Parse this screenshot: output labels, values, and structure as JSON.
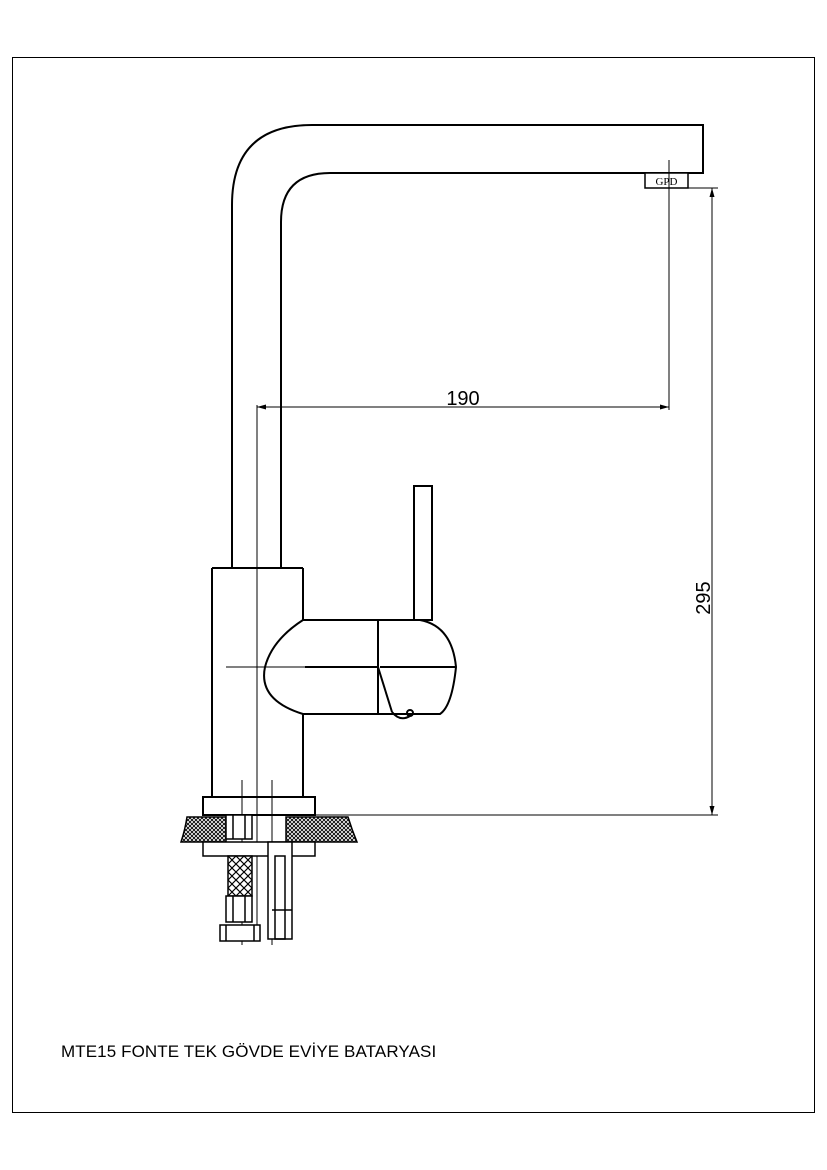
{
  "drawing": {
    "title": "MTE15 FONTE TEK GÖVDE EVİYE BATARYASI",
    "aerator_label": "GPD",
    "dimensions": {
      "spout_reach": "190",
      "height": "295"
    }
  },
  "colors": {
    "line": "#000000",
    "background": "#ffffff"
  }
}
